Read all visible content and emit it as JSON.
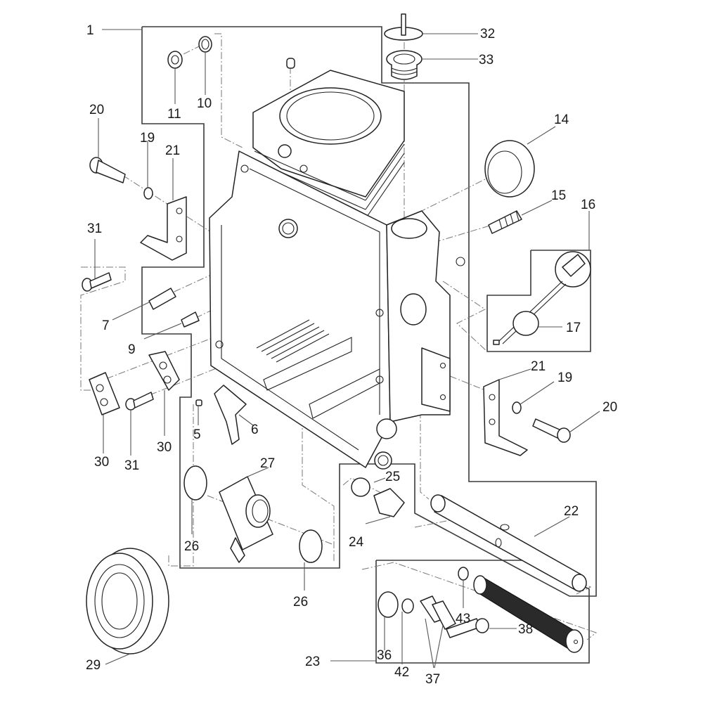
{
  "diagram": {
    "type": "exploded-parts-diagram",
    "subject": "engine crankcase assembly",
    "callouts": [
      {
        "id": "c1",
        "label": "1",
        "part": "crankcase assembly"
      },
      {
        "id": "c5",
        "label": "5",
        "part": "screw"
      },
      {
        "id": "c6",
        "label": "6",
        "part": "plate bracket"
      },
      {
        "id": "c7",
        "label": "7",
        "part": "dowel pin"
      },
      {
        "id": "c9",
        "label": "9",
        "part": "dowel pin"
      },
      {
        "id": "c10",
        "label": "10",
        "part": "washer"
      },
      {
        "id": "c11",
        "label": "11",
        "part": "plug"
      },
      {
        "id": "c14",
        "label": "14",
        "part": "oil seal"
      },
      {
        "id": "c15",
        "label": "15",
        "part": "stud"
      },
      {
        "id": "c16",
        "label": "16",
        "part": "oil gauge assembly"
      },
      {
        "id": "c17",
        "label": "17",
        "part": "o-ring"
      },
      {
        "id": "c19a",
        "label": "19",
        "part": "spring washer"
      },
      {
        "id": "c20a",
        "label": "20",
        "part": "bolt"
      },
      {
        "id": "c21a",
        "label": "21",
        "part": "bracket"
      },
      {
        "id": "c19b",
        "label": "19",
        "part": "spring washer"
      },
      {
        "id": "c20b",
        "label": "20",
        "part": "bolt"
      },
      {
        "id": "c21b",
        "label": "21",
        "part": "bracket"
      },
      {
        "id": "c22",
        "label": "22",
        "part": "pipe"
      },
      {
        "id": "c23",
        "label": "23",
        "part": "strainer assembly"
      },
      {
        "id": "c24",
        "label": "24",
        "part": "drain plug"
      },
      {
        "id": "c25",
        "label": "25",
        "part": "gasket"
      },
      {
        "id": "c26a",
        "label": "26",
        "part": "hose clamp"
      },
      {
        "id": "c26b",
        "label": "26",
        "part": "hose clamp"
      },
      {
        "id": "c27",
        "label": "27",
        "part": "joint pipe"
      },
      {
        "id": "c29",
        "label": "29",
        "part": "ball bearing"
      },
      {
        "id": "c30a",
        "label": "30",
        "part": "retainer"
      },
      {
        "id": "c30b",
        "label": "30",
        "part": "retainer"
      },
      {
        "id": "c31a",
        "label": "31",
        "part": "screw"
      },
      {
        "id": "c31b",
        "label": "31",
        "part": "screw"
      },
      {
        "id": "c32",
        "label": "32",
        "part": "breather valve"
      },
      {
        "id": "c33",
        "label": "33",
        "part": "breather plug"
      },
      {
        "id": "c36",
        "label": "36",
        "part": "o-ring"
      },
      {
        "id": "c37",
        "label": "37",
        "part": "strainer stopper"
      },
      {
        "id": "c38",
        "label": "38",
        "part": "bolt"
      },
      {
        "id": "c42",
        "label": "42",
        "part": "washer"
      },
      {
        "id": "c43",
        "label": "43",
        "part": "o-ring"
      }
    ]
  }
}
